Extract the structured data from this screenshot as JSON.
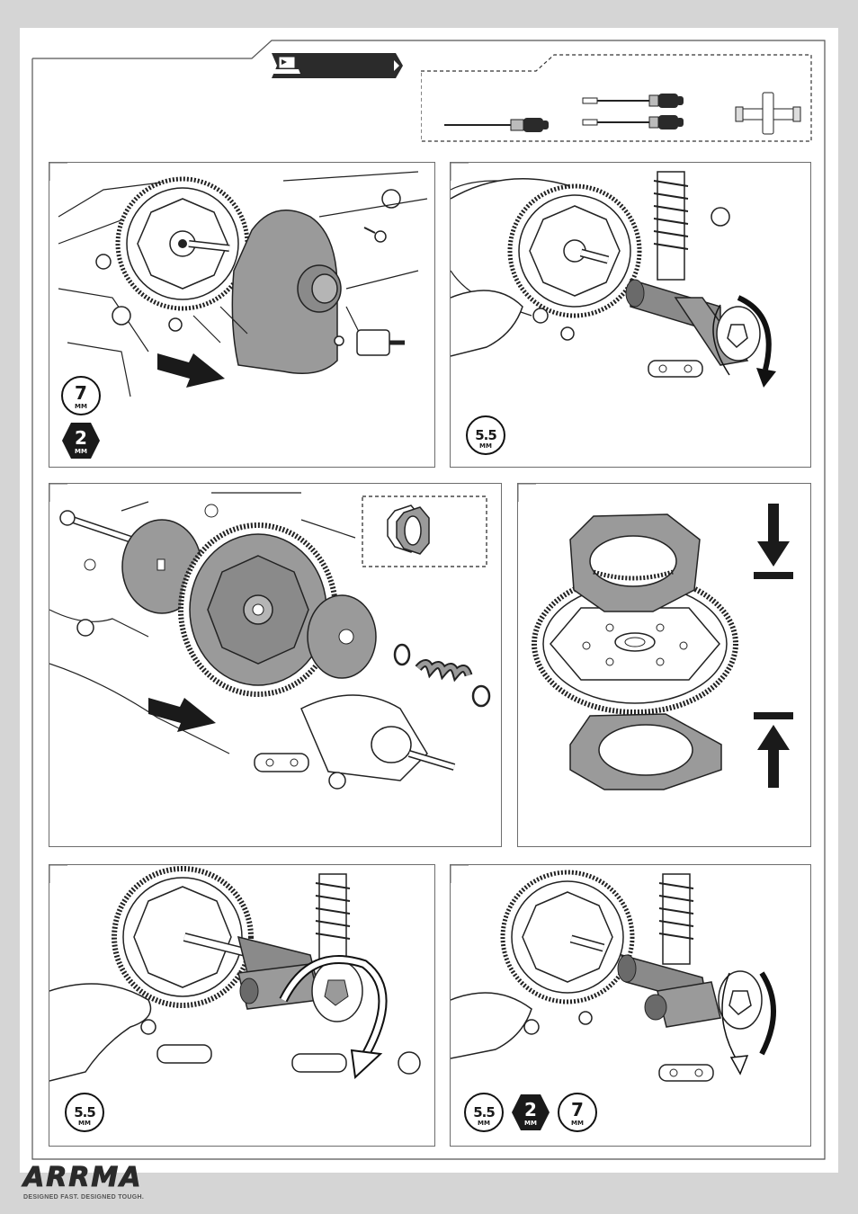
{
  "footer": {
    "brand": "ARRMA",
    "tagline": "DESIGNED FAST. DESIGNED TOUGH."
  },
  "steps": {
    "remove_cover": {
      "badges": [
        {
          "value": "7",
          "unit": "MM",
          "style": "light"
        },
        {
          "value": "2",
          "unit": "MM",
          "style": "dark"
        }
      ]
    },
    "loosen_nut": {
      "badges": [
        {
          "value": "5.5",
          "unit": "MM",
          "style": "light"
        }
      ]
    },
    "tighten_nut": {
      "badges": [
        {
          "value": "5.5",
          "unit": "MM",
          "style": "light"
        }
      ]
    },
    "reinstall": {
      "badges": [
        {
          "value": "5.5",
          "unit": "MM",
          "style": "light"
        },
        {
          "value": "2",
          "unit": "MM",
          "style": "dark"
        },
        {
          "value": "7",
          "unit": "MM",
          "style": "light"
        }
      ]
    }
  },
  "colors": {
    "line": "#1a1a1a",
    "panel_border": "#6d6d6d",
    "part_fill": "#9a9a9a",
    "page_background": "#d5d5d5"
  }
}
